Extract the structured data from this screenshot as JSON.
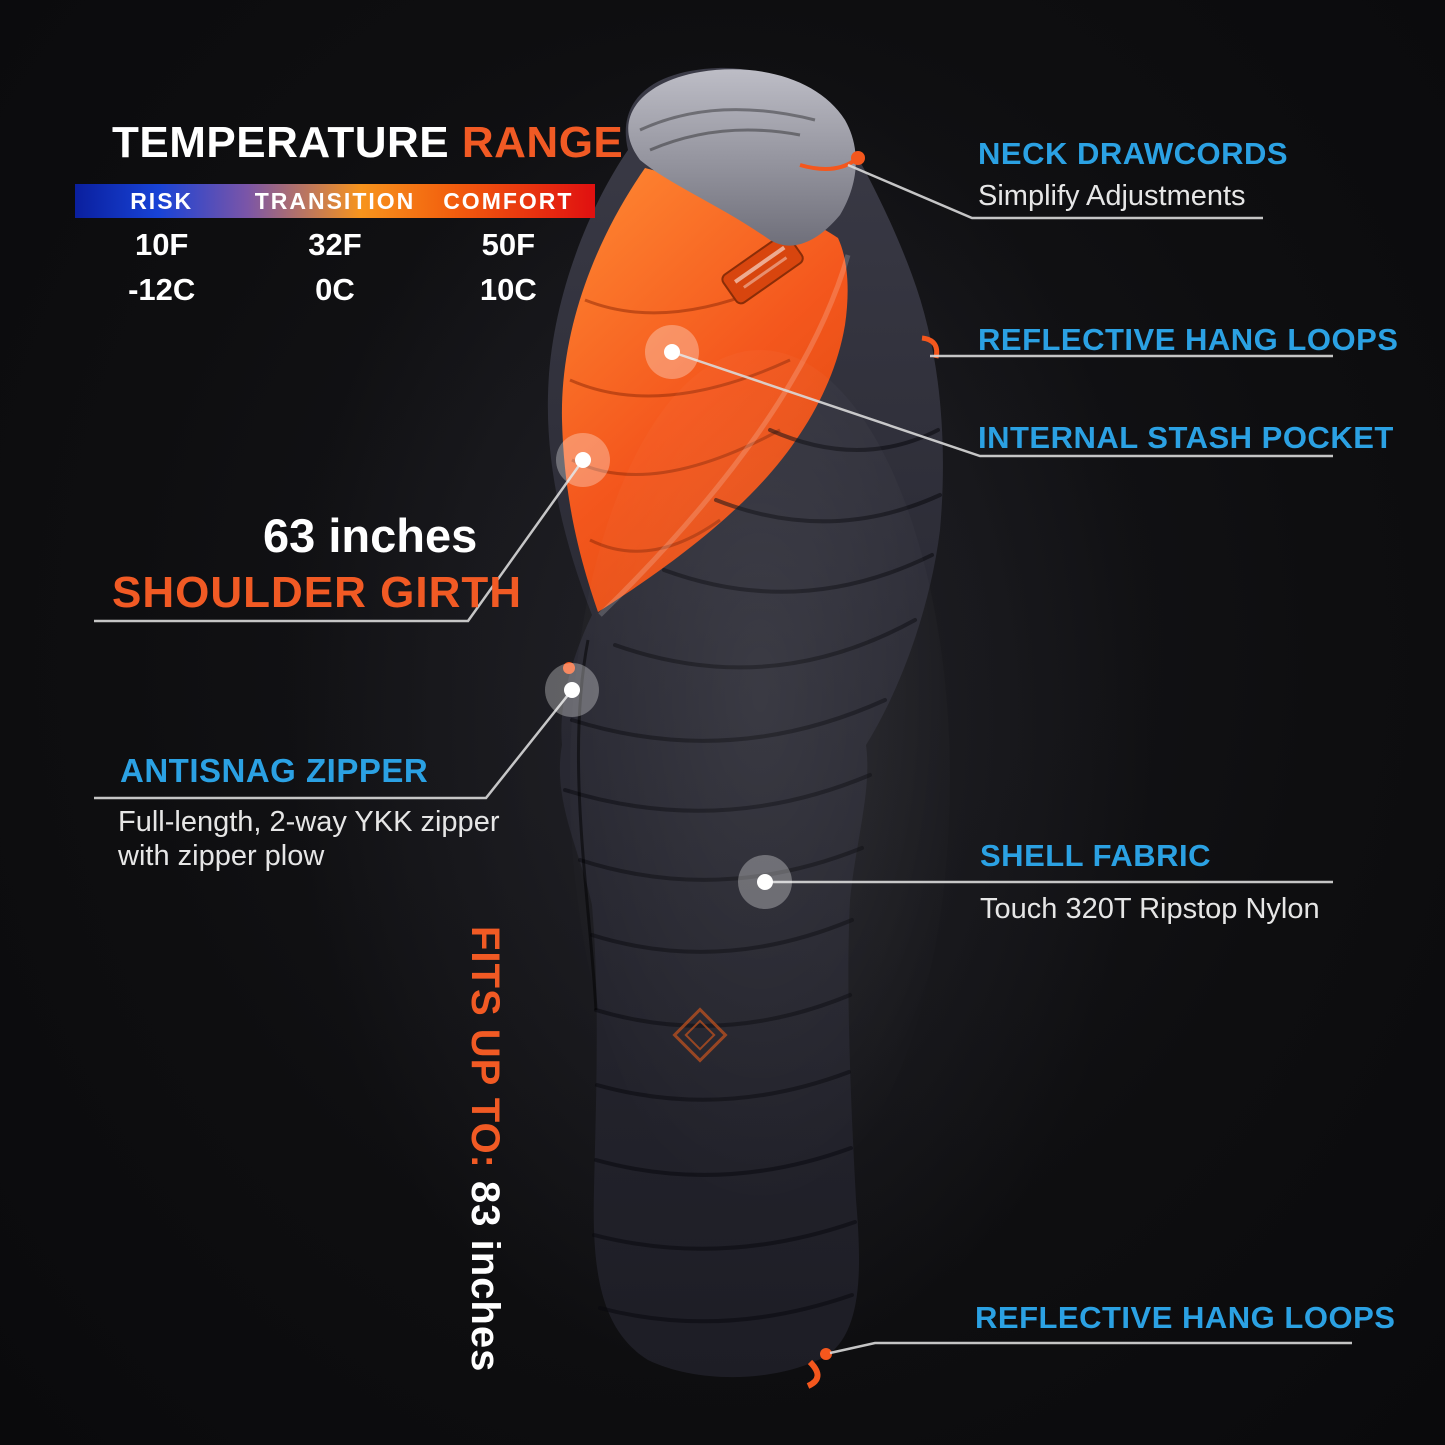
{
  "temperature": {
    "title_main": "TEMPERATURE",
    "title_accent": "RANGE",
    "zones": [
      "RISK",
      "TRANSITION",
      "COMFORT"
    ],
    "fahrenheit": [
      "10F",
      "32F",
      "50F"
    ],
    "celsius": [
      "-12C",
      "0C",
      "10C"
    ]
  },
  "callouts": {
    "neck_drawcords": {
      "title": "NECK DRAWCORDS",
      "subtitle": "Simplify Adjustments"
    },
    "reflective_hang_loops_top": {
      "title": "REFLECTIVE HANG LOOPS"
    },
    "internal_stash_pocket": {
      "title": "INTERNAL STASH POCKET"
    },
    "shoulder_girth": {
      "value": "63 inches",
      "label": "SHOULDER GIRTH"
    },
    "antisnag_zipper": {
      "title": "ANTISNAG ZIPPER",
      "line1": "Full-length, 2-way YKK zipper",
      "line2": "with zipper plow"
    },
    "shell_fabric": {
      "title": "SHELL FABRIC",
      "subtitle": "Touch 320T Ripstop Nylon"
    },
    "reflective_hang_loops_bottom": {
      "title": "REFLECTIVE HANG LOOPS"
    },
    "fits_up_to": {
      "label": "FITS UP TO: ",
      "value": "83 inches"
    }
  },
  "colors": {
    "accent_orange": "#f4571d",
    "accent_blue": "#2ba1e3",
    "risk_blue": "#0a1f9e",
    "comfort_red": "#e01010"
  }
}
